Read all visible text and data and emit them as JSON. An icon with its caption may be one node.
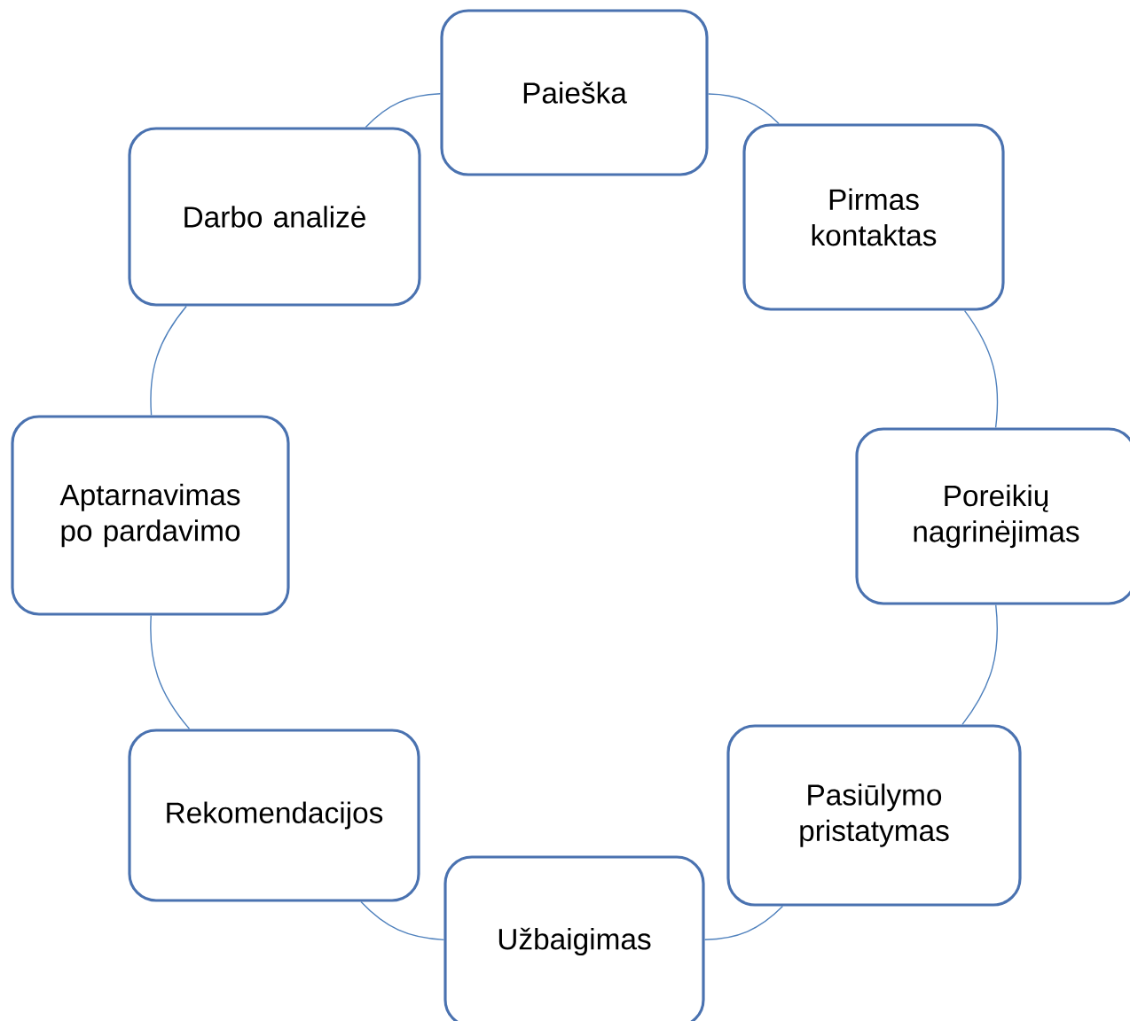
{
  "diagram": {
    "nodes": [
      {
        "text": [
          "Paieška"
        ]
      },
      {
        "text": [
          "Pirmas kontaktas"
        ]
      },
      {
        "text": [
          "Poreikių nagrinėjimas"
        ]
      },
      {
        "text": [
          "Pasiūlymo pristatymas"
        ]
      },
      {
        "text": [
          "Užbaigimas"
        ]
      },
      {
        "text": [
          "Rekomendacijos"
        ]
      },
      {
        "text": [
          "Aptarnavimas po pardavimo"
        ]
      },
      {
        "text": [
          "Darbo analizė"
        ]
      }
    ],
    "edges": [
      {
        "from": 0,
        "to": 1,
        "arrow": "none"
      },
      {
        "from": 1,
        "to": 2,
        "arrow": "none"
      },
      {
        "from": 2,
        "to": 3,
        "arrow": "none"
      },
      {
        "from": 3,
        "to": 4,
        "arrow": "none"
      },
      {
        "from": 4,
        "to": 5,
        "arrow": "none"
      },
      {
        "from": 5,
        "to": 6,
        "arrow": "none"
      },
      {
        "from": 6,
        "to": 7,
        "arrow": "none"
      },
      {
        "from": 7,
        "to": 0,
        "arrow": "none"
      }
    ]
  }
}
